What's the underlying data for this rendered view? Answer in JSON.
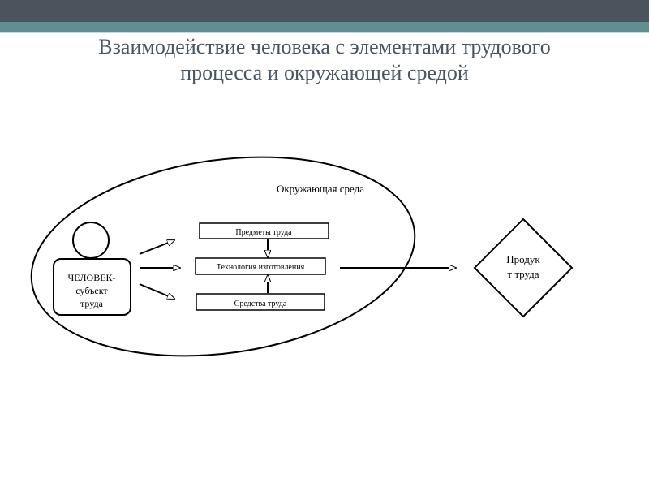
{
  "title": {
    "line1": "Взаимодействие человека с элементами трудового",
    "line2": "процесса и окружающей средой"
  },
  "diagram": {
    "environment_label": "Окружающая среда",
    "person": {
      "line1": "ЧЕЛОВЕК-",
      "line2": "субъект",
      "line3": "труда"
    },
    "objects_label": "Предметы труда",
    "technology_label": "Технология изготовления",
    "means_label": "Средства труда",
    "product": {
      "line1": "Продук",
      "line2": "т труда"
    }
  }
}
